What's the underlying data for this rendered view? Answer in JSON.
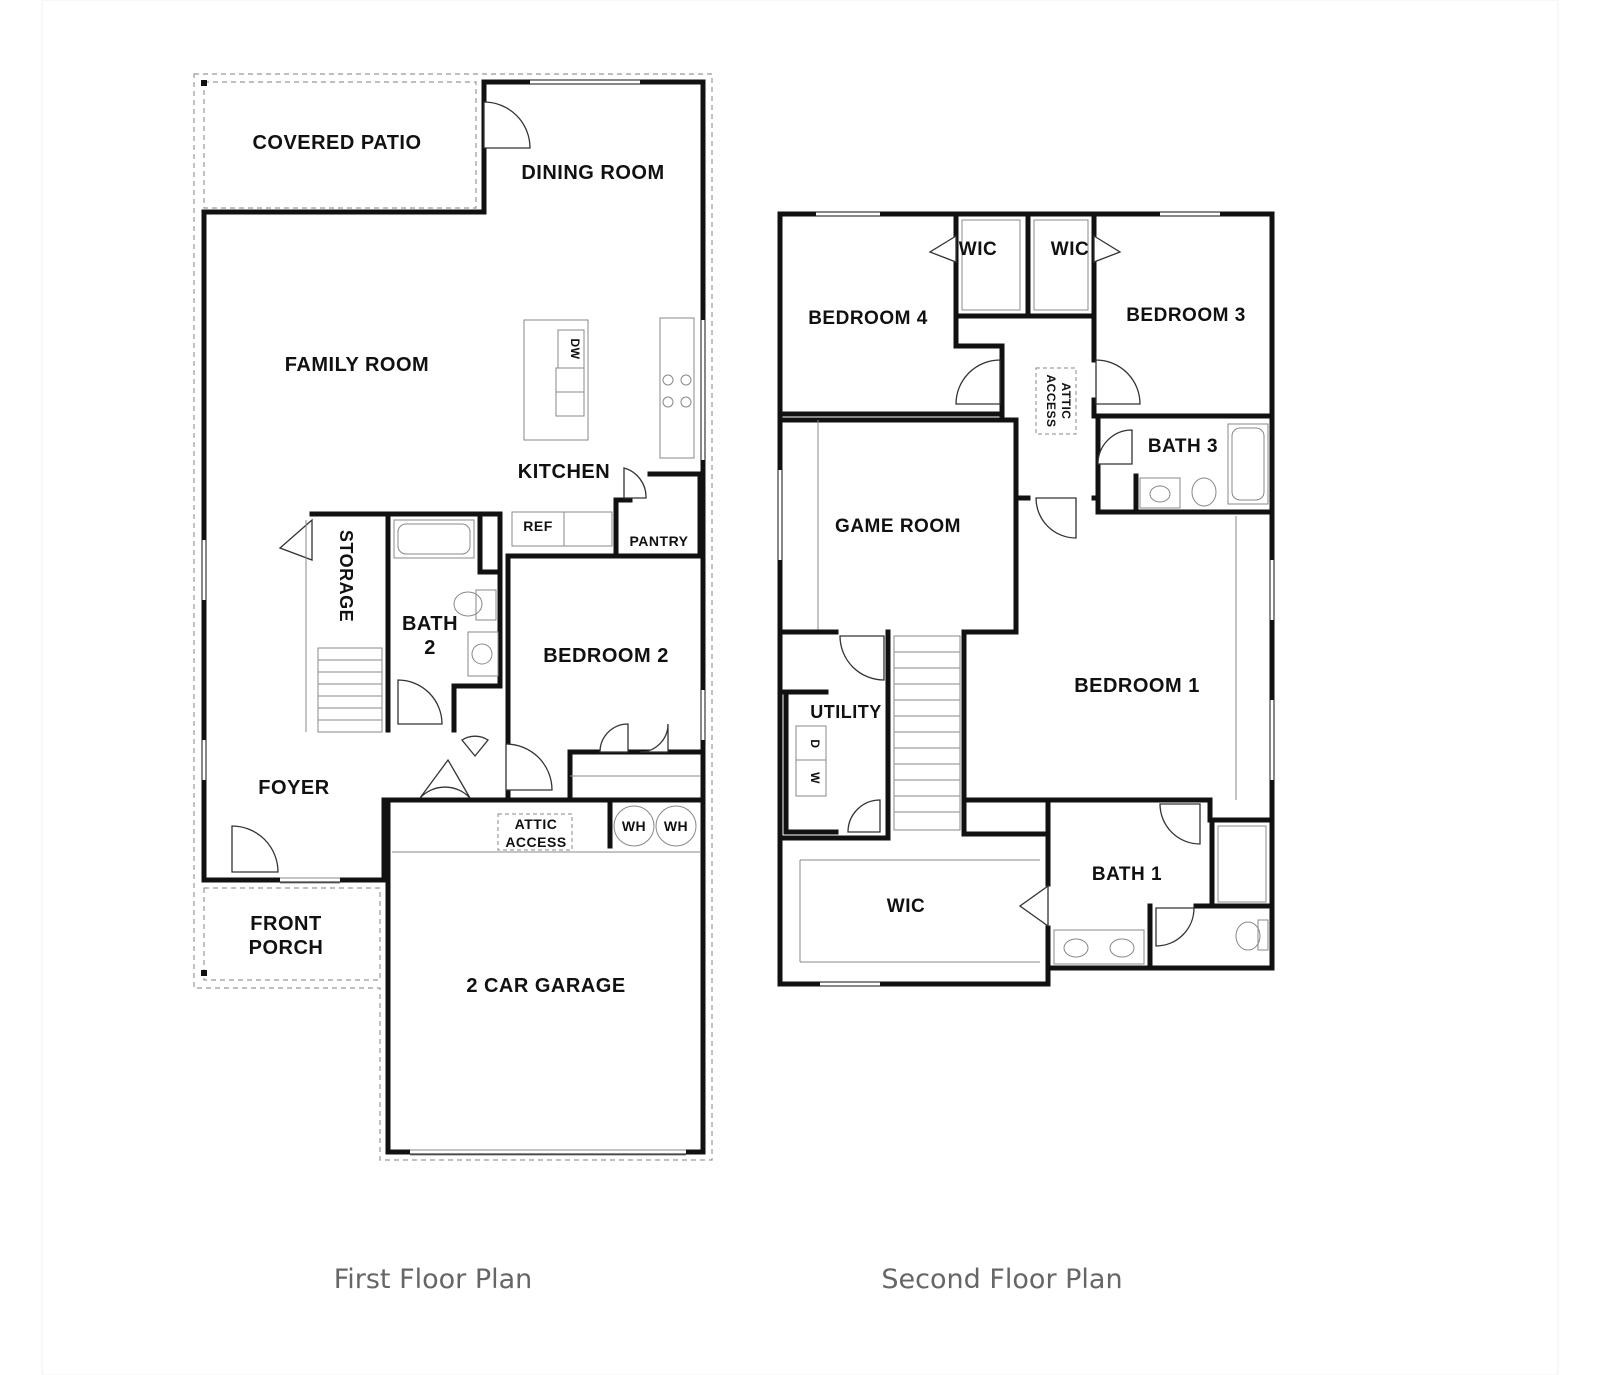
{
  "first_floor": {
    "caption": "First Floor Plan",
    "rooms": {
      "covered_patio": "COVERED PATIO",
      "dining_room": "DINING ROOM",
      "family_room": "FAMILY ROOM",
      "dw": "DW",
      "kitchen": "KITCHEN",
      "ref": "REF",
      "pantry": "PANTRY",
      "storage": "STORAGE",
      "bath2_line1": "BATH",
      "bath2_line2": "2",
      "bedroom2": "BEDROOM 2",
      "foyer": "FOYER",
      "attic_line1": "ATTIC",
      "attic_line2": "ACCESS",
      "wh1": "WH",
      "wh2": "WH",
      "front_porch_line1": "FRONT",
      "front_porch_line2": "PORCH",
      "garage": "2 CAR GARAGE"
    }
  },
  "second_floor": {
    "caption": "Second Floor Plan",
    "rooms": {
      "wic_left": "WIC",
      "wic_right": "WIC",
      "bedroom4": "BEDROOM 4",
      "bedroom3": "BEDROOM 3",
      "attic_line1": "ATTIC",
      "attic_line2": "ACCESS",
      "bath3": "BATH 3",
      "game_room": "GAME ROOM",
      "utility": "UTILITY",
      "dryer": "D",
      "washer": "W",
      "bedroom1": "BEDROOM 1",
      "bath1": "BATH 1",
      "wic_master": "WIC"
    }
  }
}
